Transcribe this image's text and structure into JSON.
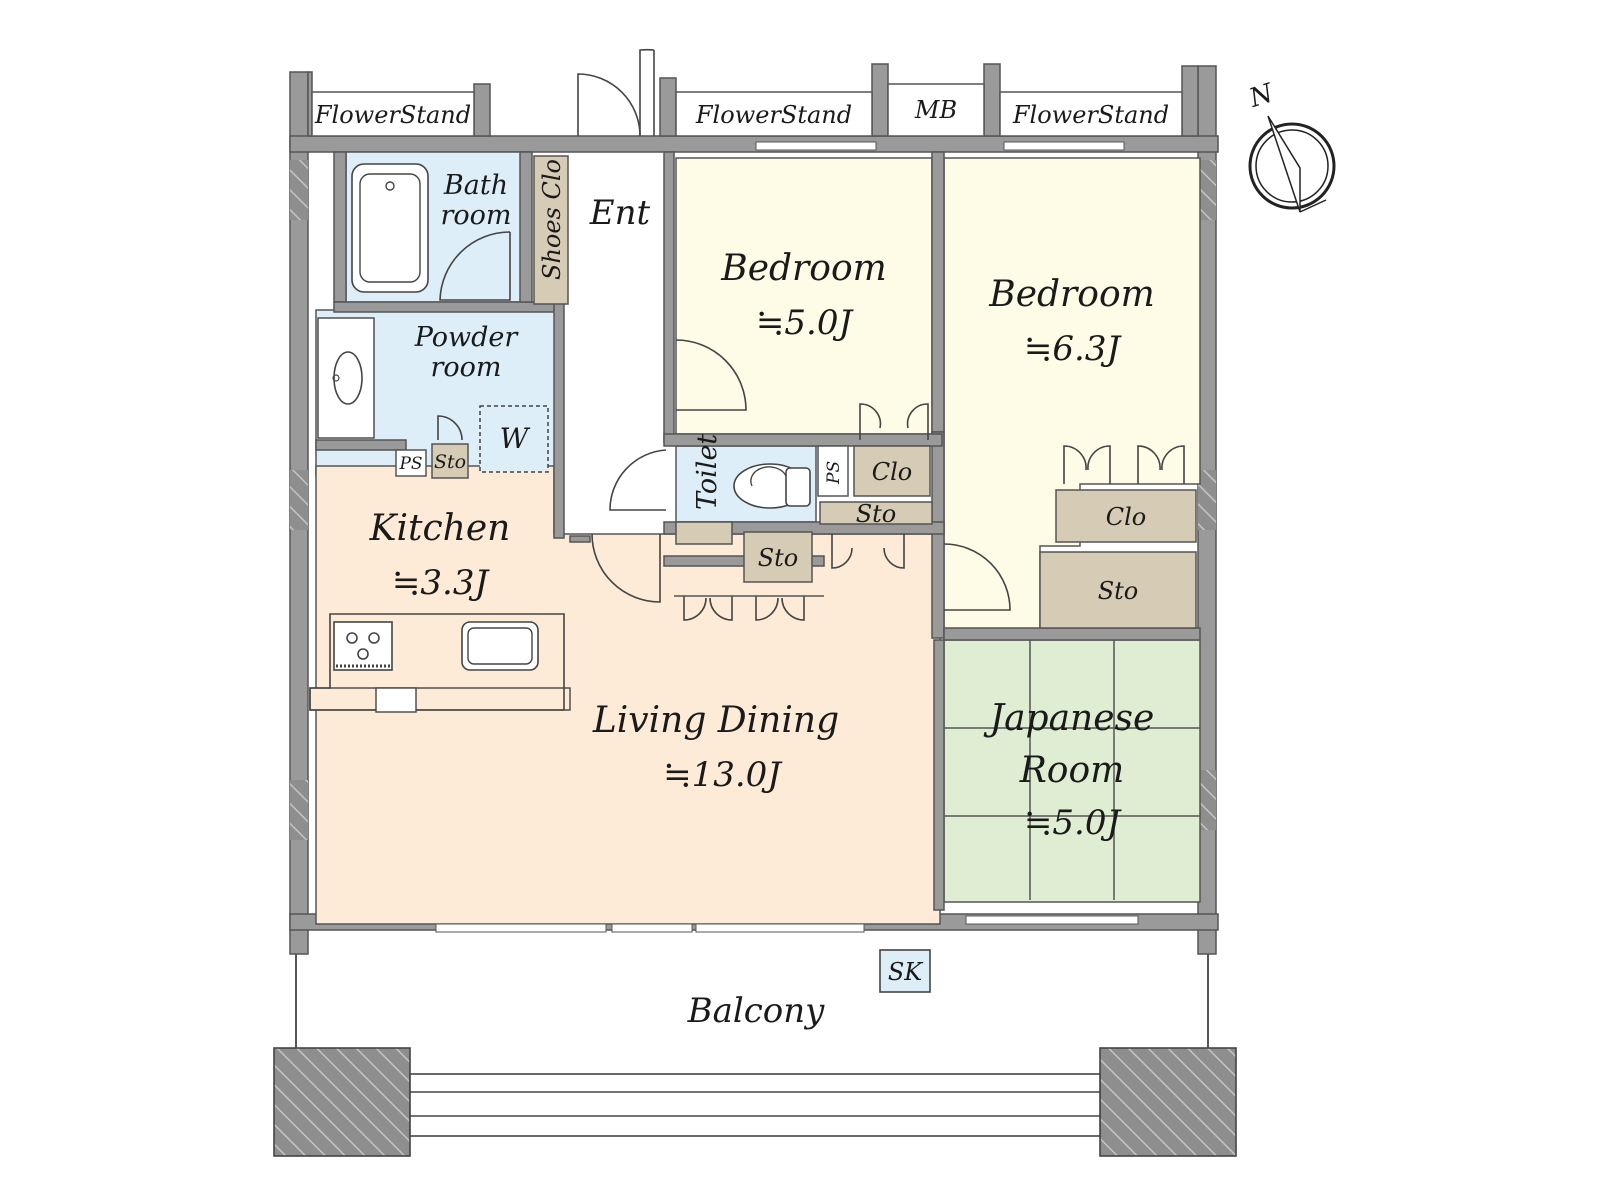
{
  "colors": {
    "wall": "#9a9a9a",
    "wet_area": "#ddeef9",
    "bedroom": "#fefbe6",
    "living": "#fdebd8",
    "japanese_room": "#dfeed3",
    "storage": "#d6cbb4"
  },
  "icons": [
    "compass-icon",
    "bathtub-icon",
    "washbasin-icon",
    "toilet-icon",
    "stove-icon",
    "sink-icon"
  ],
  "compass": {
    "north_label": "N"
  },
  "labels": {
    "flower_stand_left": "FlowerStand",
    "flower_stand_mid": "FlowerStand",
    "flower_stand_right": "FlowerStand",
    "mb": "MB",
    "bath_1": "Bath",
    "bath_2": "room",
    "shoes_clo": "Shoes Clo",
    "ent": "Ent",
    "powder_1": "Powder",
    "powder_2": "room",
    "washer": "W",
    "ps_left": "PS",
    "sto_powder": "Sto",
    "toilet": "Toilet",
    "ps_right": "PS",
    "clo_center": "Clo",
    "sto_center_top": "Sto",
    "sto_center": "Sto",
    "clo_right": "Clo",
    "sto_right": "Sto",
    "sk": "SK",
    "balcony": "Balcony"
  },
  "rooms": {
    "bedroom1": {
      "name": "Bedroom",
      "area": "≒5.0J"
    },
    "bedroom2": {
      "name": "Bedroom",
      "area": "≒6.3J"
    },
    "kitchen": {
      "name": "Kitchen",
      "area": "≒3.3J"
    },
    "living_dining": {
      "name": "Living Dining",
      "area": "≒13.0J"
    },
    "japanese_room": {
      "name_1": "Japanese",
      "name_2": "Room",
      "area": "≒5.0J"
    }
  }
}
